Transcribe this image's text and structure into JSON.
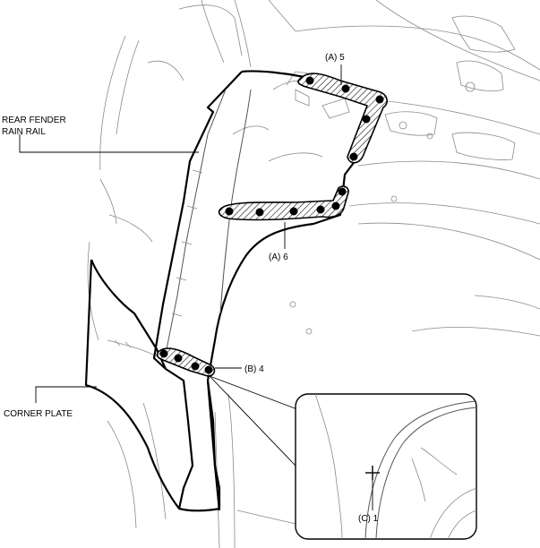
{
  "labels": {
    "rear_fender_line1": "REAR FENDER",
    "rear_fender_line2": "RAIN RAIL",
    "corner_plate": "CORNER PLATE",
    "weld_a5": "(A) 5",
    "weld_a6": "(A) 6",
    "weld_b4": "(B) 4",
    "weld_c1": "(C) 1"
  },
  "weld_groups": [
    {
      "label": "(A) 5",
      "count": 5
    },
    {
      "label": "(A) 6",
      "count": 6
    },
    {
      "label": "(B) 4",
      "count": 4
    },
    {
      "label": "(C) 1",
      "count": 1
    }
  ]
}
